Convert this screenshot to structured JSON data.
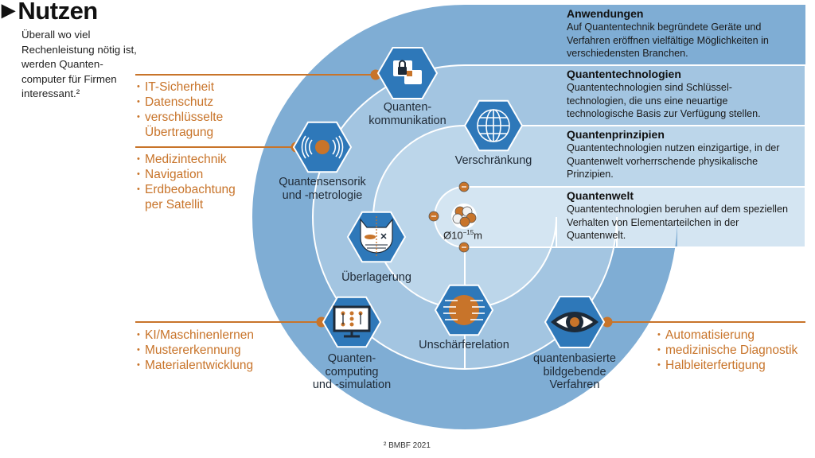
{
  "header": {
    "title": "Nutzen",
    "intro": "Überall wo viel Rechenleistung nötig ist, werden Quanten-computer für Firmen interessant.²"
  },
  "bands": [
    {
      "title": "Anwendungen",
      "text": "Auf Quantentechnik begründete Geräte und Verfahren eröffnen vielfältige Möglichkeiten in verschiedensten Branchen.",
      "color": "#7fadd4"
    },
    {
      "title": "Quantentechnologien",
      "text": "Quantentechnologien sind Schlüssel-technologien, die uns eine neuartige technologische Basis zur Verfügung stellen.",
      "color": "#a3c5e1"
    },
    {
      "title": "Quantenprinzipien",
      "text": "Quantentechnologien nutzen einzigartige, in der Quantenwelt vorherrschende physikalische Prinzipien.",
      "color": "#bcd6ea"
    },
    {
      "title": "Quantenwelt",
      "text": "Quantentechnologien beruhen auf dem speziellen Verhalten von Elementarteilchen in der Quantenwelt.",
      "color": "#d4e5f2"
    }
  ],
  "technologies": [
    {
      "label_1": "Quanten-",
      "label_2": "kommunikation",
      "icon": "lock-chat-icon"
    },
    {
      "label_1": "Quantensensorik",
      "label_2": "und -metrologie",
      "icon": "sensor-waves-icon"
    },
    {
      "label_1": "Quanten-",
      "label_2": "computing",
      "label_3": "und -simulation",
      "icon": "monitor-icon"
    },
    {
      "label_1": "quantenbasierte",
      "label_2": "bildgebende",
      "label_3": "Verfahren",
      "icon": "eye-icon"
    }
  ],
  "principles": [
    {
      "label": "Verschränkung",
      "icon": "globe-icon"
    },
    {
      "label": "Überlagerung",
      "icon": "cat-icon"
    },
    {
      "label": "Unschärferelation",
      "icon": "blurred-sphere-icon"
    }
  ],
  "quantum_world": {
    "size_label": "Ø10",
    "size_exp": "−15",
    "size_unit": "m"
  },
  "applications": [
    {
      "items": [
        "IT-Sicherheit",
        "Datenschutz",
        "verschlüsselte Übertragung"
      ]
    },
    {
      "items": [
        "Medizintechnik",
        "Navigation",
        "Erdbeobachtung per Satellit"
      ]
    },
    {
      "items": [
        "KI/Maschinenlernen",
        "Mustererkennung",
        "Materialentwicklung"
      ]
    },
    {
      "items": [
        "Automatisierung",
        "medizinische Diagnostik",
        "Halbleiterfertigung"
      ]
    }
  ],
  "colors": {
    "hex": "#2e78b9",
    "accent": "#c8742a",
    "ring_line": "#ffffff"
  },
  "footnote": "² BMBF 2021"
}
